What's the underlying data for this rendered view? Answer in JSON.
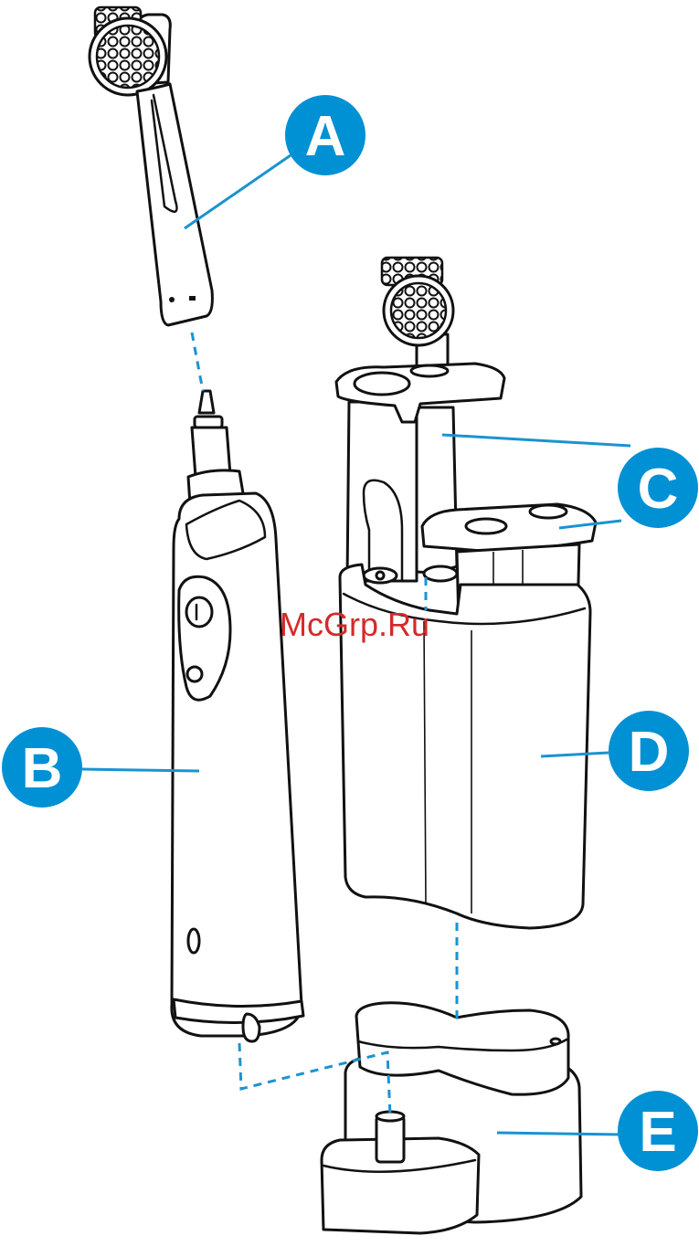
{
  "colors": {
    "accent": "#0090d4",
    "watermark": "#d42a2a",
    "line": "#111111"
  },
  "watermark": "McGrp.Ru",
  "labels": {
    "A": "A",
    "B": "B",
    "C": "C",
    "D": "D",
    "E": "E"
  }
}
